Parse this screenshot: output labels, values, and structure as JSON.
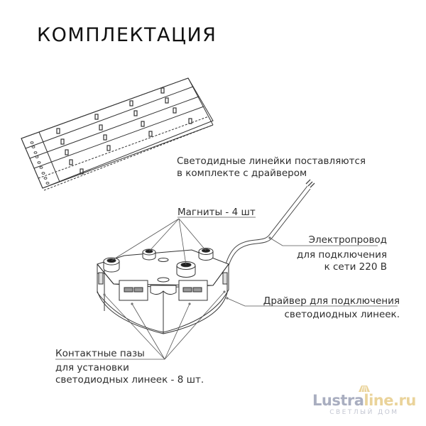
{
  "page": {
    "title": "КОМПЛЕКТАЦИЯ"
  },
  "callouts": {
    "led_strips": {
      "line1": "Светодидные линейки поставляются",
      "line2": "в комплекте с драйвером"
    },
    "magnets": {
      "line1": "Магниты - 4 шт"
    },
    "wire": {
      "line1": "Электропровод",
      "line2": "для подключения",
      "line3": "к сети 220 В"
    },
    "driver": {
      "line1": "Драйвер для подключения",
      "line2": "светодиодных линеек."
    },
    "slots": {
      "line1": "Контактные пазы",
      "line2": "для установки",
      "line3": "светодиодных линеек - 8 шт."
    }
  },
  "watermark": {
    "brand_part1": "Lustra",
    "brand_part2": "line.ru",
    "tagline": "СВЕТЛЫЙ ДОМ",
    "colors": {
      "part1": "#a9aec0",
      "part2": "#ead39a"
    }
  },
  "illustrations": {
    "led_strip_count": 4,
    "magnet_count": 4,
    "contact_slot_count": 8
  }
}
